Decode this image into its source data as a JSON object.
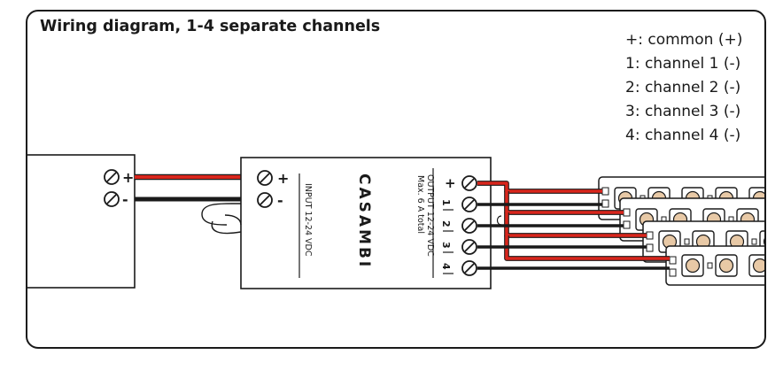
{
  "title": "Wiring diagram, 1-4 separate channels",
  "legend": [
    "+: common (+)",
    "1: channel 1 (-)",
    "2: channel 2 (-)",
    "3: channel 3 (-)",
    "4: channel 4 (-)"
  ],
  "power_supply": {
    "terminals": [
      "+",
      "-"
    ]
  },
  "controller": {
    "brand": "CASAMBI",
    "input_label": "INPUT 12-24 VDC",
    "input_terminals": [
      "+",
      "-"
    ],
    "output_label": "OUTPUT 12-24 VDC",
    "output_rating": "Max. 6 A total",
    "output_terminals": [
      "+",
      "1",
      "2",
      "3",
      "4"
    ]
  },
  "colors": {
    "positive_wire": "#d9261c",
    "negative_wire": "#1a1a1a",
    "led_warm": "#e8c9a6",
    "outline": "#1a1a1a"
  },
  "icons": {
    "terminal": "screw-terminal-icon",
    "led": "led-chip-icon"
  }
}
